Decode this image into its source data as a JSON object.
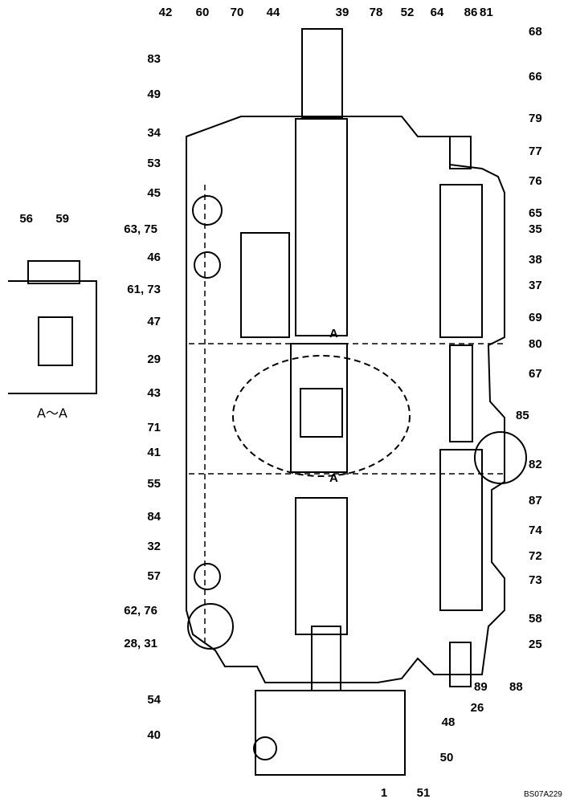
{
  "drawing_code": "BS07A229",
  "section_caption": "A～A",
  "section_mark": "A",
  "labels": [
    "42",
    "60",
    "70",
    "44",
    "39",
    "78",
    "52",
    "64",
    "86",
    "81",
    "68",
    "83",
    "66",
    "49",
    "79",
    "34",
    "77",
    "53",
    "76",
    "45",
    "65",
    "63, 75",
    "35",
    "56",
    "59",
    "46",
    "38",
    "61, 73",
    "37",
    "69",
    "47",
    "80",
    "29",
    "67",
    "43",
    "85",
    "71",
    "82",
    "41",
    "87",
    "55",
    "74",
    "84",
    "72",
    "32",
    "73",
    "57",
    "58",
    "62, 76",
    "25",
    "28, 31",
    "89",
    "88",
    "54",
    "26",
    "48",
    "40",
    "50",
    "1",
    "51"
  ]
}
